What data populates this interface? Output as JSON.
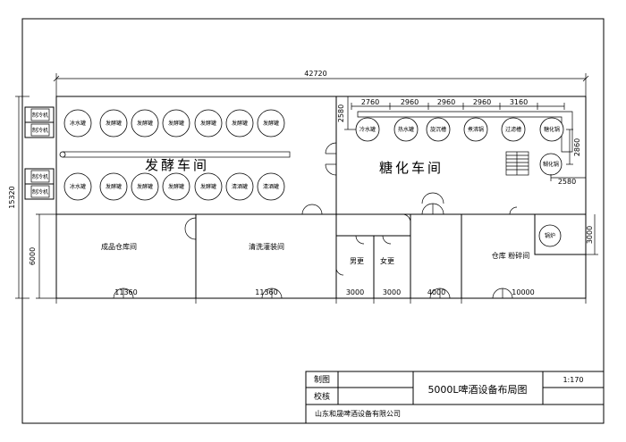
{
  "dimensions": {
    "overall_width": "42720",
    "overall_height": "15320",
    "lower_height": "6000",
    "tanks_gap": "2580",
    "bottom": [
      "11360",
      "11360",
      "3000",
      "3000",
      "4000",
      "10000"
    ],
    "saccharification": [
      "2760",
      "2960",
      "2960",
      "2960",
      "3160"
    ],
    "right_2860": "2860",
    "right_2580": "2580",
    "boiler_3000": "3000"
  },
  "fermentation": {
    "title": "发酵车间",
    "top_row": [
      "冰水罐",
      "发酵罐",
      "发酵罐",
      "发酵罐",
      "发酵罐",
      "发酵罐",
      "发酵罐"
    ],
    "bottom_row": [
      "冰水罐",
      "发酵罐",
      "发酵罐",
      "发酵罐",
      "发酵罐",
      "清酒罐",
      "清酒罐"
    ]
  },
  "chillers": [
    "制冷机",
    "制冷机",
    "制冷机",
    "制冷机"
  ],
  "saccharification": {
    "title": "糖化车间",
    "tanks": [
      "冷水罐",
      "热水罐",
      "旋沉槽",
      "煮沸锅",
      "过滤槽",
      "糖化锅"
    ],
    "extra_tank": "糊化锅"
  },
  "rooms": {
    "finished_goods": "成品仓库间",
    "washing_filling": "清洗灌装间",
    "mens_changing": "男更",
    "womens_changing": "女更",
    "warehouse_crushing": "仓库 粉碎间",
    "boiler": "锅炉"
  },
  "title_block": {
    "drawn_label": "制图",
    "checked_label": "校核",
    "drawing_title": "5000L啤酒设备布局图",
    "scale": "1:170",
    "company": "山东和晟啤酒设备有限公司"
  }
}
